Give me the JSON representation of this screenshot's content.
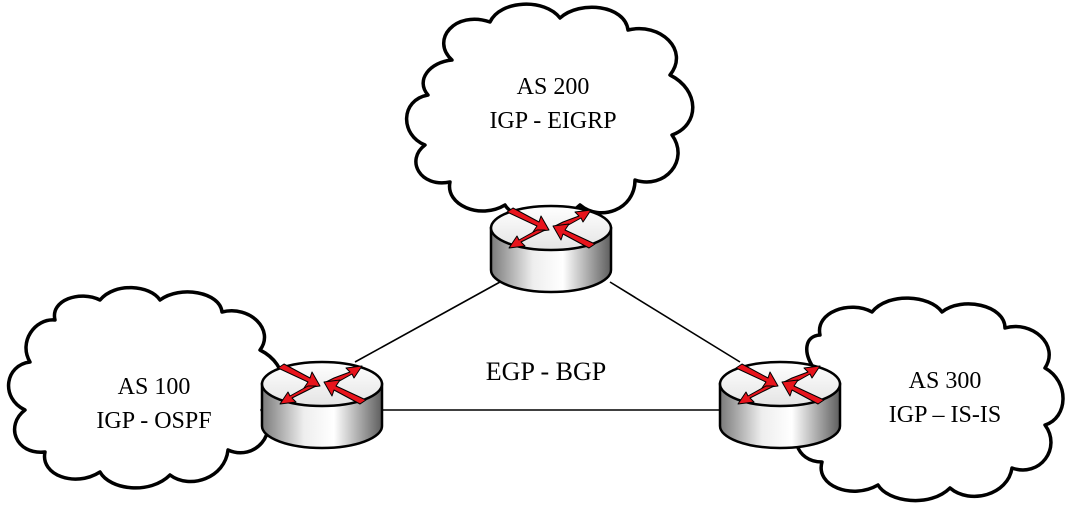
{
  "clouds": {
    "as100": {
      "line1": "AS 100",
      "line2": "IGP - OSPF"
    },
    "as200": {
      "line1": "AS 200",
      "line2": "IGP - EIGRP"
    },
    "as300": {
      "line1": "AS 300",
      "line2": "IGP – IS-IS"
    }
  },
  "center_label": "EGP - BGP",
  "colors": {
    "arrow": "#e8141c",
    "router_top": "#f2f2f2",
    "router_side_dark": "#6a6a6a",
    "outline": "#000000"
  },
  "icons": [
    "cloud-icon",
    "router-icon"
  ]
}
